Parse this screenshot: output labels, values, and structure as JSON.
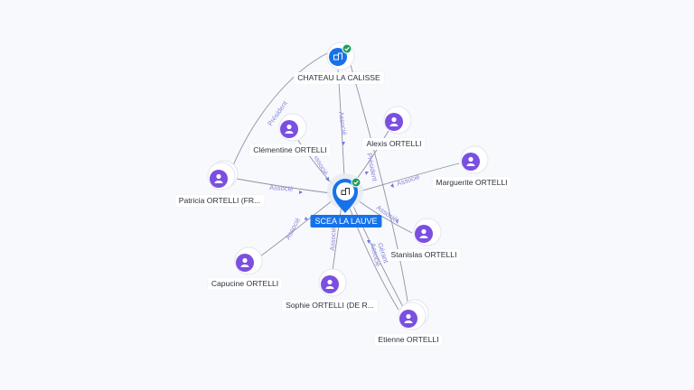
{
  "center": {
    "label": "SCEA LA LAUVE",
    "icon": "company-icon"
  },
  "company": {
    "label": "CHATEAU LA CALISSE",
    "icon": "company-icon",
    "verified": true
  },
  "people": [
    {
      "id": "clementine",
      "label": "Clémentine ORTELLI"
    },
    {
      "id": "alexis",
      "label": "Alexis ORTELLI"
    },
    {
      "id": "marguerite",
      "label": "Marguerite ORTELLI"
    },
    {
      "id": "patricia",
      "label": "Patricia ORTELLI (FR..."
    },
    {
      "id": "stanislas",
      "label": "Stanislas ORTELLI"
    },
    {
      "id": "capucine",
      "label": "Capucine ORTELLI"
    },
    {
      "id": "sophie",
      "label": "Sophie ORTELLI (DE R..."
    },
    {
      "id": "etienne",
      "label": "Etienne ORTELLI"
    }
  ],
  "edge_labels": {
    "associe": "Associé",
    "president": "Président",
    "gerant": "Gérant"
  },
  "colors": {
    "person_circle": "#7b4fe0",
    "company_circle": "#1672ea",
    "verified_badge": "#1e9e5a",
    "edge_label": "#8b86d6"
  }
}
